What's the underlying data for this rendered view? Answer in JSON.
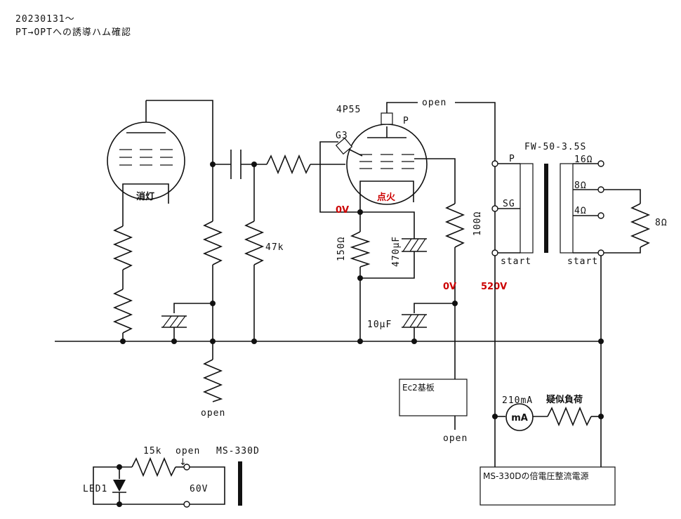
{
  "header": {
    "date": "20230131～",
    "title": "PT→OPTへの誘導ハム確認"
  },
  "tubes": {
    "left_label": "消灯",
    "right_name": "4P55",
    "right_label": "点火",
    "plate_pin": "P",
    "g3_pin": "G3"
  },
  "labels": {
    "r_47k": "47k",
    "r_150": "150Ω",
    "c_470": "470μF",
    "r_100": "100Ω",
    "c_10": "10μF",
    "v_cathode": "0V",
    "v_grid2": "0V",
    "v_b": "520V",
    "open_top": "open",
    "open_left": "open",
    "open_mid": "open",
    "ec2_box": "Ec2基板",
    "current": "210mA",
    "meter": "mA",
    "dummy_load": "疑似負荷",
    "psu_box": "MS-330Dの倍電圧整流電源"
  },
  "transformer": {
    "name": "FW-50-3.5S",
    "p": "P",
    "sg": "SG",
    "start_primary": "start",
    "tap_16": "16Ω",
    "tap_8": "8Ω",
    "tap_4": "4Ω",
    "start_secondary": "start",
    "load": "8Ω"
  },
  "indicator": {
    "resistor": "15k",
    "open": "open",
    "open_arrow": "↓",
    "device": "MS-330D",
    "led": "LED1",
    "voltage": "60V"
  },
  "colors": {
    "line": "#111111",
    "voltage_red": "#cc0000"
  }
}
